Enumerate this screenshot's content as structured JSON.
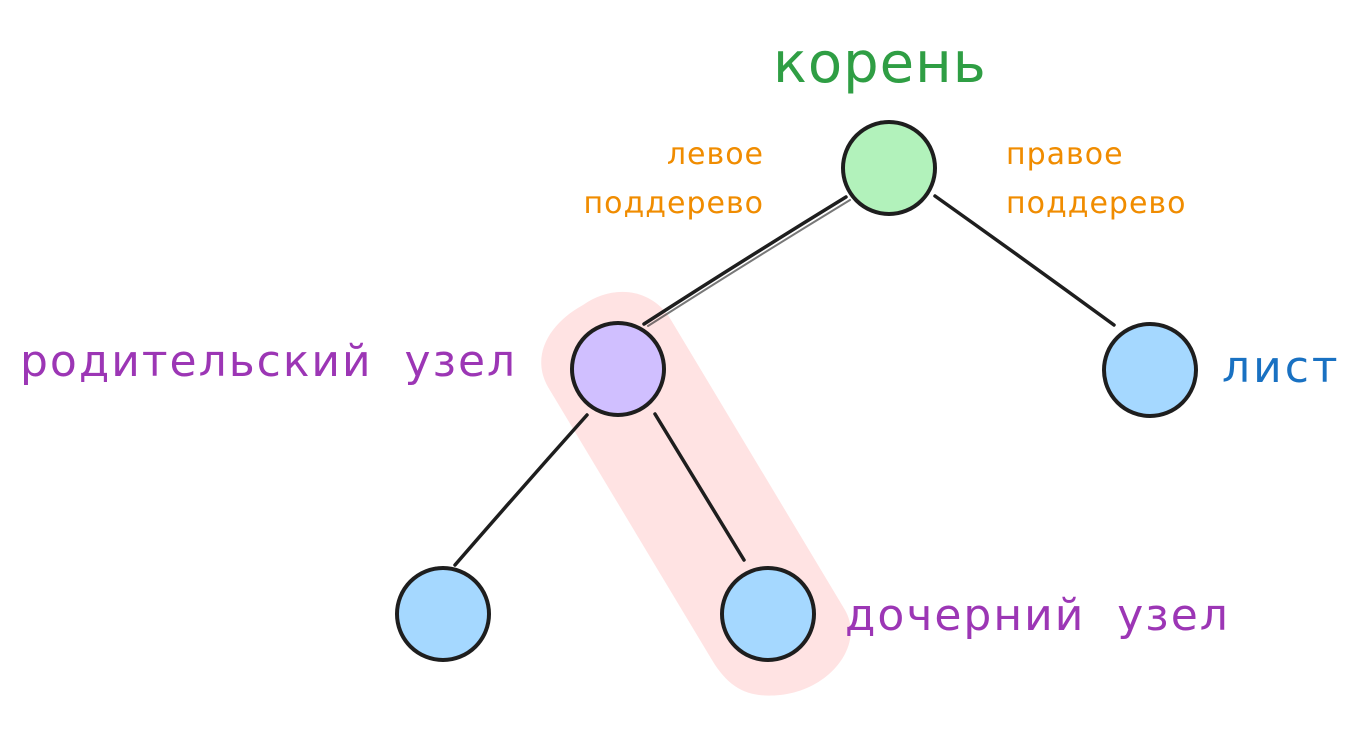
{
  "labels": {
    "root": "корень",
    "left_subtree_line1": "левое",
    "left_subtree_line2": "поддерево",
    "right_subtree_line1": "правое",
    "right_subtree_line2": "поддерево",
    "parent_node": "родительский  узел",
    "leaf": "лист",
    "child_node": "дочерний  узел"
  },
  "colors": {
    "root_node": "#b2f2bb",
    "parent_node": "#d0bfff",
    "leaf_node": "#a5d8ff",
    "highlight": "#ffe3e3",
    "edge": "#1e1e1e",
    "root_label": "#2f9e44",
    "subtree_label": "#f08c00",
    "node_role_label": "#9c36b5",
    "leaf_label": "#1971c2"
  },
  "tree": {
    "nodes": [
      {
        "id": "root",
        "role": "root"
      },
      {
        "id": "parent",
        "role": "parent",
        "parent": "root"
      },
      {
        "id": "leaf",
        "role": "leaf",
        "parent": "root"
      },
      {
        "id": "left-child",
        "role": "leaf",
        "parent": "parent"
      },
      {
        "id": "child",
        "role": "child",
        "parent": "parent"
      }
    ],
    "highlighted_edge": [
      "parent",
      "child"
    ]
  }
}
